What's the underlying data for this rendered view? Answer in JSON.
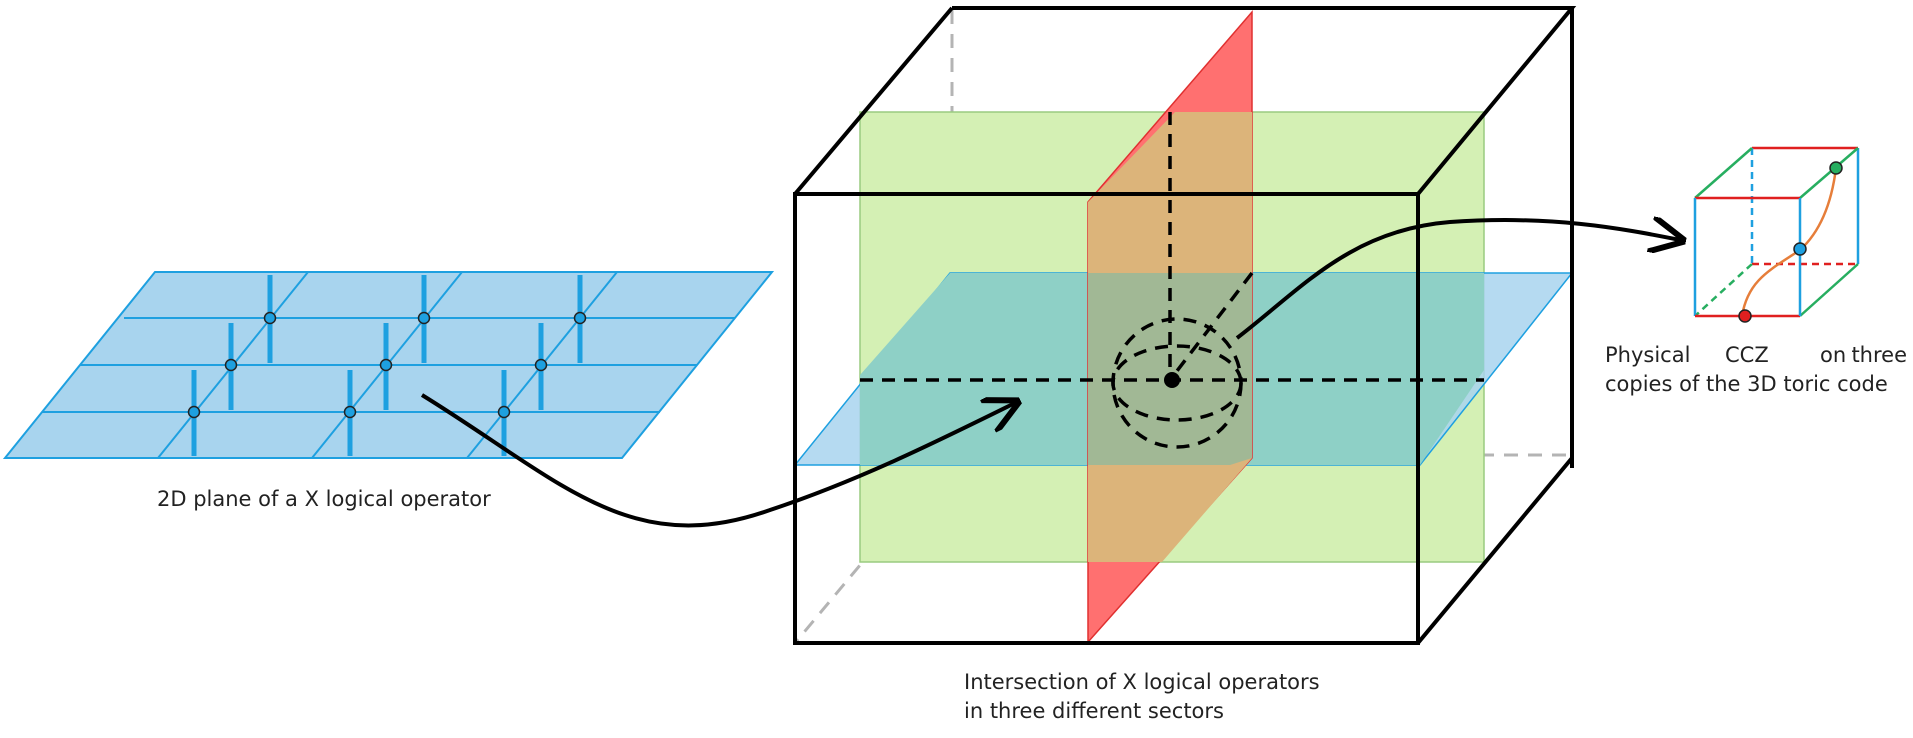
{
  "labels": {
    "plane_caption": "2D plane of a X logical operator",
    "intersection_line1": "Intersection of X logical operators",
    "intersection_line2": "in three different sectors",
    "ccz_line1_words": [
      "Physical",
      "CCZ",
      "on",
      "three"
    ],
    "ccz_line2": "copies of  the 3D toric code"
  },
  "colors": {
    "blue_plane_fill": "#a8d4ee",
    "blue_line": "#1ea0e0",
    "green_plane": "#d4f0b4",
    "red_plane": "#ff7070",
    "orange_overlap": "#dcb47a",
    "teal_overlap": "#8ed0c6",
    "cube_edge": "#000000",
    "hidden_edge": "#b4b4b4",
    "curve": "#e67e3a",
    "dot_green": "#27ae60",
    "dot_red": "#e02020",
    "dot_blue": "#1ea0e0"
  }
}
